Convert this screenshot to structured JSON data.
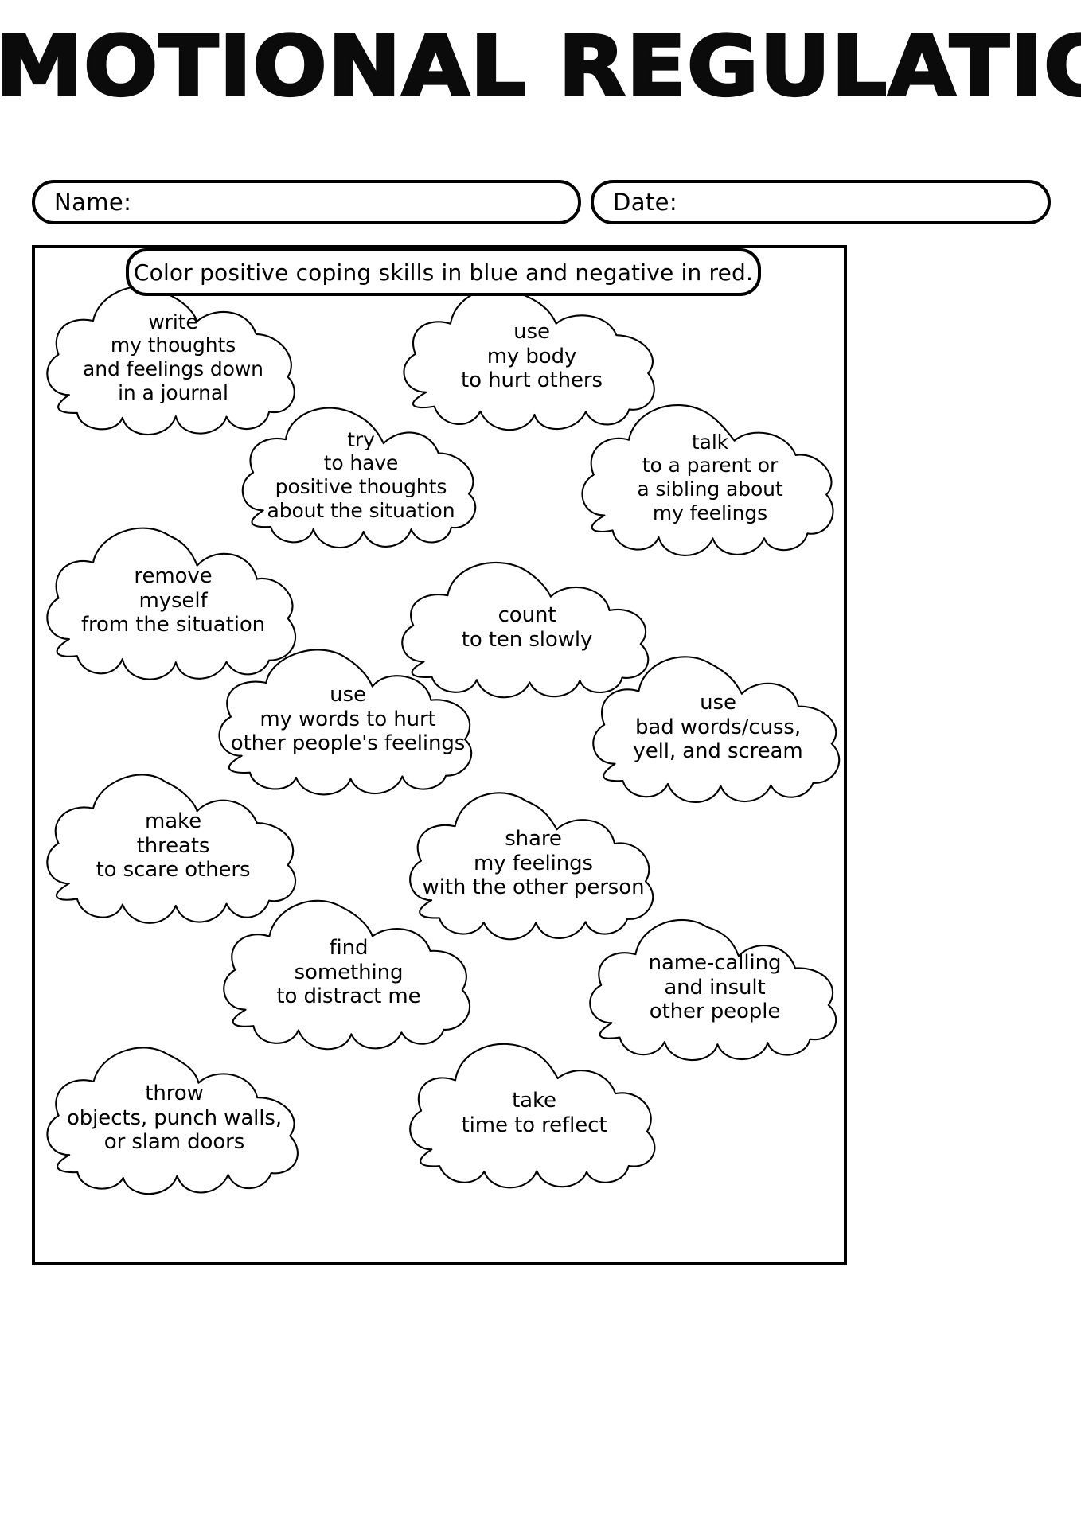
{
  "title": "EMOTIONAL REGULATION",
  "fields": {
    "name_label": "Name:",
    "name_value": "",
    "date_label": "Date:",
    "date_value": ""
  },
  "instruction": "Color positive coping skills in blue and negative in red.",
  "colors": {
    "ink": "#000000",
    "paper": "#ffffff",
    "positive_hint": "blue",
    "negative_hint": "red"
  },
  "clouds": [
    {
      "id": "write-journal",
      "text": "write\nmy thoughts\nand feelings down\nin a journal",
      "lines": 4,
      "category": "positive"
    },
    {
      "id": "use-body-hurt",
      "text": "use\nmy body\nto hurt others",
      "lines": 3,
      "category": "negative"
    },
    {
      "id": "positive-thoughts",
      "text": "try\nto have\npositive thoughts\nabout the situation",
      "lines": 4,
      "category": "positive"
    },
    {
      "id": "talk-parent-sibling",
      "text": "talk\nto a parent or\na sibling about\nmy feelings",
      "lines": 4,
      "category": "positive"
    },
    {
      "id": "remove-myself",
      "text": "remove\nmyself\nfrom the situation",
      "lines": 3,
      "category": "positive"
    },
    {
      "id": "count-ten",
      "text": "count\nto ten slowly",
      "lines": 2,
      "category": "positive"
    },
    {
      "id": "words-hurt",
      "text": "use\nmy words to hurt\nother people's feelings",
      "lines": 3,
      "category": "negative"
    },
    {
      "id": "bad-words-yell",
      "text": "use\nbad words/cuss,\nyell, and scream",
      "lines": 3,
      "category": "negative"
    },
    {
      "id": "make-threats",
      "text": "make\nthreats\nto scare others",
      "lines": 3,
      "category": "negative"
    },
    {
      "id": "share-feelings",
      "text": "share\nmy feelings\nwith the other person",
      "lines": 3,
      "category": "positive"
    },
    {
      "id": "find-distraction",
      "text": "find\nsomething\nto distract me",
      "lines": 3,
      "category": "positive"
    },
    {
      "id": "name-calling",
      "text": "name-calling\nand insult\nother people",
      "lines": 3,
      "category": "negative"
    },
    {
      "id": "throw-objects",
      "text": "throw\nobjects, punch walls,\nor slam doors",
      "lines": 3,
      "category": "negative"
    },
    {
      "id": "take-time-reflect",
      "text": "take\ntime to reflect",
      "lines": 2,
      "category": "positive"
    }
  ]
}
